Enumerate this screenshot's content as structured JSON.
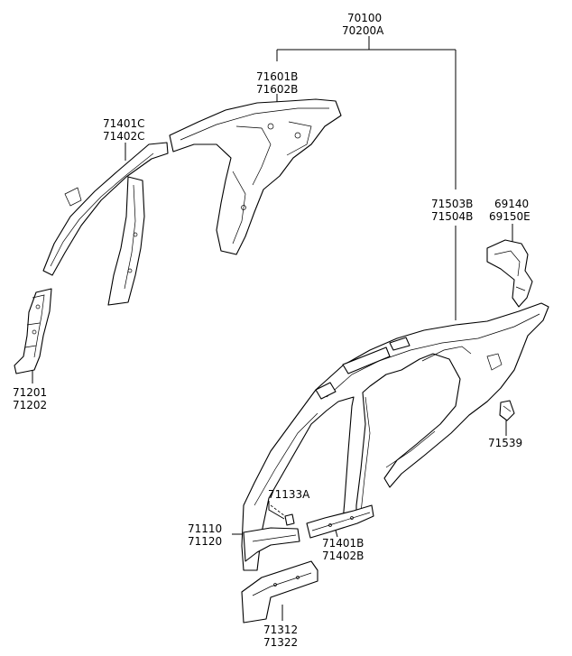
{
  "labels": {
    "assembly_1": "70100",
    "assembly_2": "70200A",
    "rear_inner_1": "71601B",
    "rear_inner_2": "71602B",
    "roof_rail_1": "71401C",
    "roof_rail_2": "71402C",
    "outer_panel_1": "71503B",
    "outer_panel_2": "71504B",
    "bracket_1": "69140",
    "bracket_2": "69150E",
    "front_pillar_1": "71201",
    "front_pillar_2": "71202",
    "cap_1": "71539",
    "clip_1": "71133A",
    "sill_front_1": "71110",
    "sill_front_2": "71120",
    "sill_rear_1": "71401B",
    "sill_rear_2": "71402B",
    "reinf_1": "71312",
    "reinf_2": "71322"
  }
}
